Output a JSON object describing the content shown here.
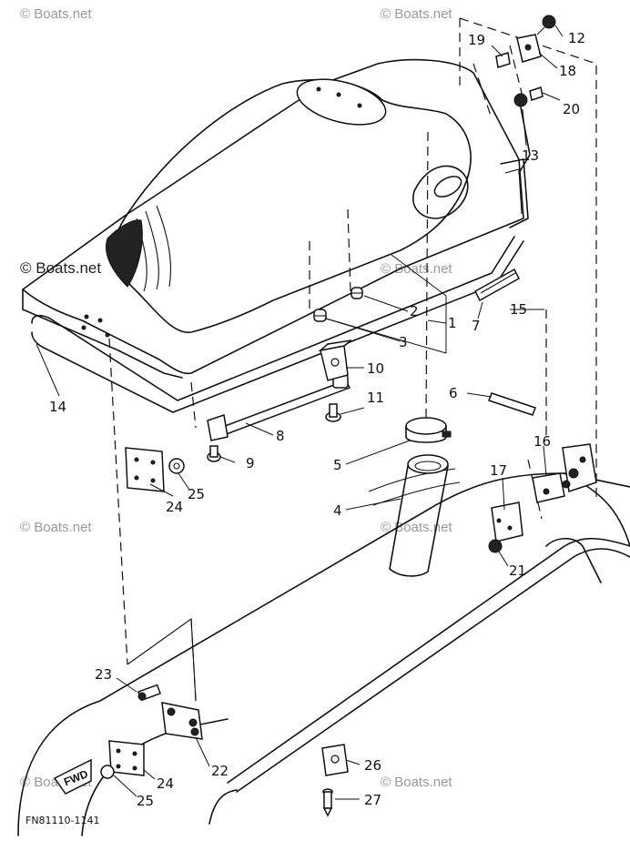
{
  "diagram": {
    "drawing_code": "FN81110-1141",
    "fwd_label": "FWD",
    "watermark_text": "© Boats.net",
    "callouts": [
      "1",
      "2",
      "3",
      "4",
      "5",
      "6",
      "7",
      "8",
      "9",
      "10",
      "11",
      "12",
      "13",
      "14",
      "15",
      "16",
      "17",
      "18",
      "19",
      "20",
      "21",
      "22",
      "23",
      "24",
      "25",
      "24",
      "25",
      "26",
      "27"
    ]
  }
}
